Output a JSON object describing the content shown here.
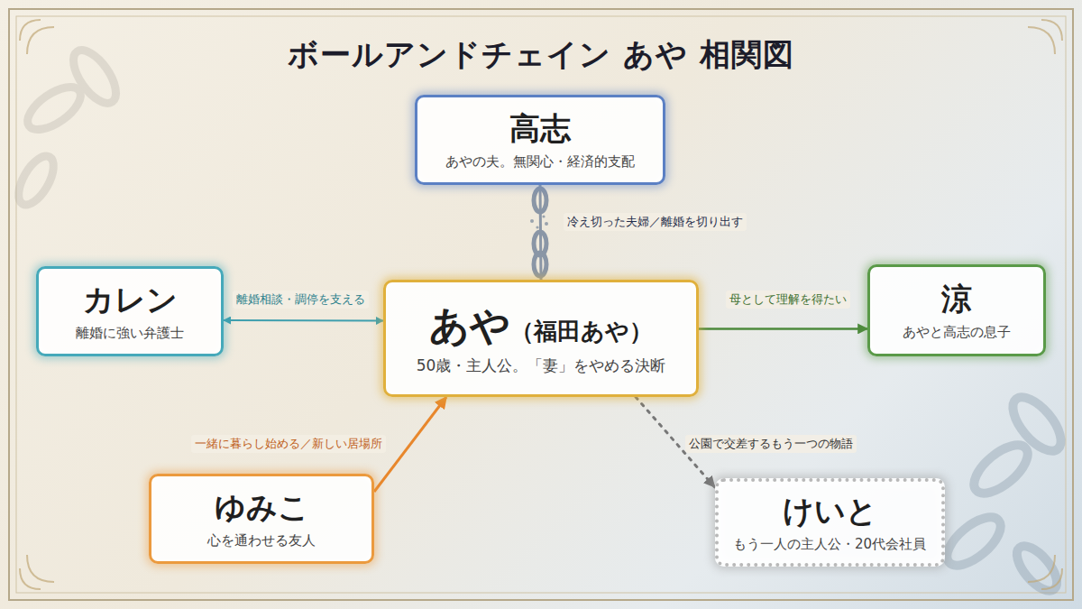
{
  "diagram": {
    "title": "ボールアンドチェイン あや 相関図",
    "nodes": [
      {
        "text": [
          "高志",
          "あやの夫。無関心・経済的支配"
        ]
      },
      {
        "text": [
          "カレン",
          "離婚に強い弁護士"
        ]
      },
      {
        "text": [
          "あや",
          "（福田あや）",
          "50歳・主人公。「妻」をやめる決断"
        ]
      },
      {
        "text": [
          "涼",
          "あやと高志の息子"
        ]
      },
      {
        "text": [
          "ゆみこ",
          "心を通わせる友人"
        ]
      },
      {
        "text": [
          "けいと",
          "もう一人の主人公・20代会社員"
        ]
      }
    ],
    "edges": [
      {
        "from": 0,
        "to": 2,
        "arrow": "none",
        "label": "冷え切った夫婦／離婚を切り出す"
      },
      {
        "from": 1,
        "to": 2,
        "arrow": "both",
        "label": "離婚相談・調停を支える"
      },
      {
        "from": 2,
        "to": 3,
        "arrow": "to",
        "label": "母として理解を得たい"
      },
      {
        "from": 4,
        "to": 2,
        "arrow": "to",
        "label": "一緒に暮らし始める／新しい居場所"
      },
      {
        "from": 2,
        "to": 5,
        "arrow": "to",
        "label": "公園で交差するもう一つの物語"
      }
    ]
  }
}
